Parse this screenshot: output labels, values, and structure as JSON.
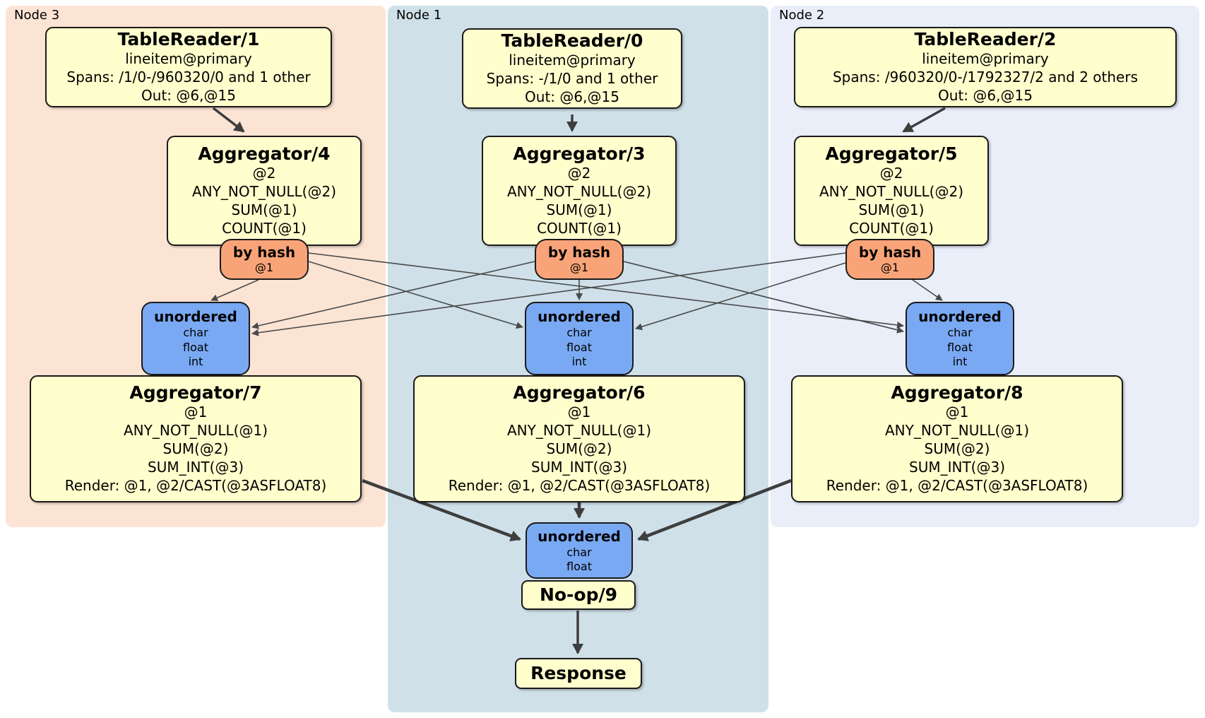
{
  "regions": {
    "node3": {
      "label": "Node 3"
    },
    "node1": {
      "label": "Node 1"
    },
    "node2": {
      "label": "Node 2"
    }
  },
  "processors": {
    "tr1": {
      "title": "TableReader/1",
      "lines": [
        "lineitem@primary",
        "Spans: /1/0-/960320/0 and 1 other",
        "Out: @6,@15"
      ]
    },
    "tr0": {
      "title": "TableReader/0",
      "lines": [
        "lineitem@primary",
        "Spans: -/1/0 and 1 other",
        "Out: @6,@15"
      ]
    },
    "tr2": {
      "title": "TableReader/2",
      "lines": [
        "lineitem@primary",
        "Spans: /960320/0-/1792327/2 and 2 others",
        "Out: @6,@15"
      ]
    },
    "agg4": {
      "title": "Aggregator/4",
      "lines": [
        "@2",
        "ANY_NOT_NULL(@2)",
        "SUM(@1)",
        "COUNT(@1)"
      ]
    },
    "agg3": {
      "title": "Aggregator/3",
      "lines": [
        "@2",
        "ANY_NOT_NULL(@2)",
        "SUM(@1)",
        "COUNT(@1)"
      ]
    },
    "agg5": {
      "title": "Aggregator/5",
      "lines": [
        "@2",
        "ANY_NOT_NULL(@2)",
        "SUM(@1)",
        "COUNT(@1)"
      ]
    },
    "agg7": {
      "title": "Aggregator/7",
      "lines": [
        "@1",
        "ANY_NOT_NULL(@1)",
        "SUM(@2)",
        "SUM_INT(@3)",
        "Render: @1, @2/CAST(@3ASFLOAT8)"
      ]
    },
    "agg6": {
      "title": "Aggregator/6",
      "lines": [
        "@1",
        "ANY_NOT_NULL(@1)",
        "SUM(@2)",
        "SUM_INT(@3)",
        "Render: @1, @2/CAST(@3ASFLOAT8)"
      ]
    },
    "agg8": {
      "title": "Aggregator/8",
      "lines": [
        "@1",
        "ANY_NOT_NULL(@1)",
        "SUM(@2)",
        "SUM_INT(@3)",
        "Render: @1, @2/CAST(@3ASFLOAT8)"
      ]
    },
    "noop": {
      "title": "No-op/9"
    },
    "response": {
      "title": "Response"
    }
  },
  "routers": {
    "r4": {
      "title": "by hash",
      "lines": [
        "@1"
      ]
    },
    "r3": {
      "title": "by hash",
      "lines": [
        "@1"
      ]
    },
    "r5": {
      "title": "by hash",
      "lines": [
        "@1"
      ]
    }
  },
  "syncs": {
    "s7": {
      "title": "unordered",
      "lines": [
        "char",
        "float",
        "int"
      ]
    },
    "s6": {
      "title": "unordered",
      "lines": [
        "char",
        "float",
        "int"
      ]
    },
    "s8": {
      "title": "unordered",
      "lines": [
        "char",
        "float",
        "int"
      ]
    },
    "final": {
      "title": "unordered",
      "lines": [
        "char",
        "float"
      ]
    }
  },
  "edges": [
    {
      "from": "TableReader/1",
      "to": "Aggregator/4"
    },
    {
      "from": "TableReader/0",
      "to": "Aggregator/3"
    },
    {
      "from": "TableReader/2",
      "to": "Aggregator/5"
    },
    {
      "from": "by hash (Aggregator/4)",
      "to": "unordered (Aggregator/7)"
    },
    {
      "from": "by hash (Aggregator/4)",
      "to": "unordered (Aggregator/6)"
    },
    {
      "from": "by hash (Aggregator/4)",
      "to": "unordered (Aggregator/8)"
    },
    {
      "from": "by hash (Aggregator/3)",
      "to": "unordered (Aggregator/7)"
    },
    {
      "from": "by hash (Aggregator/3)",
      "to": "unordered (Aggregator/6)"
    },
    {
      "from": "by hash (Aggregator/3)",
      "to": "unordered (Aggregator/8)"
    },
    {
      "from": "by hash (Aggregator/5)",
      "to": "unordered (Aggregator/7)"
    },
    {
      "from": "by hash (Aggregator/5)",
      "to": "unordered (Aggregator/6)"
    },
    {
      "from": "by hash (Aggregator/5)",
      "to": "unordered (Aggregator/8)"
    },
    {
      "from": "Aggregator/7",
      "to": "unordered (final)"
    },
    {
      "from": "Aggregator/6",
      "to": "unordered (final)"
    },
    {
      "from": "Aggregator/8",
      "to": "unordered (final)"
    },
    {
      "from": "No-op/9",
      "to": "Response"
    }
  ],
  "colors": {
    "region_node3": "#fce4d5",
    "region_node1": "#cfe0e9",
    "region_node2": "#e9eef9",
    "processor_fill": "#ffffcd",
    "router_fill": "#f9a478",
    "sync_fill": "#7aa9f3",
    "edge": "#4a4a4a",
    "border": "#1a1a1a"
  }
}
